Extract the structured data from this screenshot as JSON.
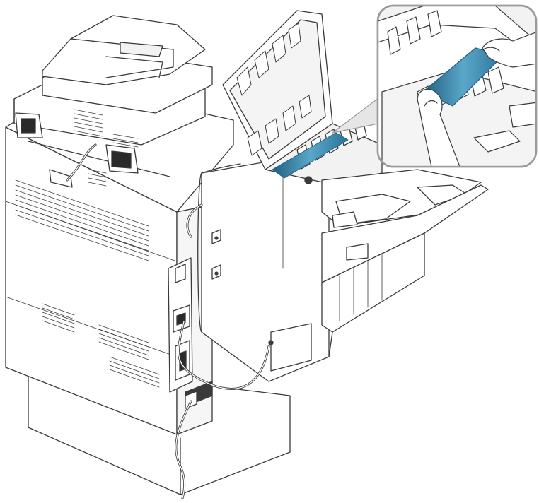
{
  "figure": {
    "kind": "line-art technical illustration",
    "subject": "printer-with-finisher-paper-jam-removal",
    "callout": "magnified-view-of-jam-area",
    "colors": {
      "outline": "#3a3a3a",
      "body_fill": "#ffffff",
      "shade_fill": "#e9e9e9",
      "paper_highlight": "#3f8fb5",
      "paper_dark": "#1f5f80",
      "callout_frame": "#9a9a9a",
      "callout_bg": "#f2f2f2"
    },
    "icons": [
      "printer-icon",
      "finisher-unit-icon",
      "jammed-paper-icon",
      "hand-icon",
      "cable-icon",
      "magnifier-callout-icon"
    ]
  }
}
